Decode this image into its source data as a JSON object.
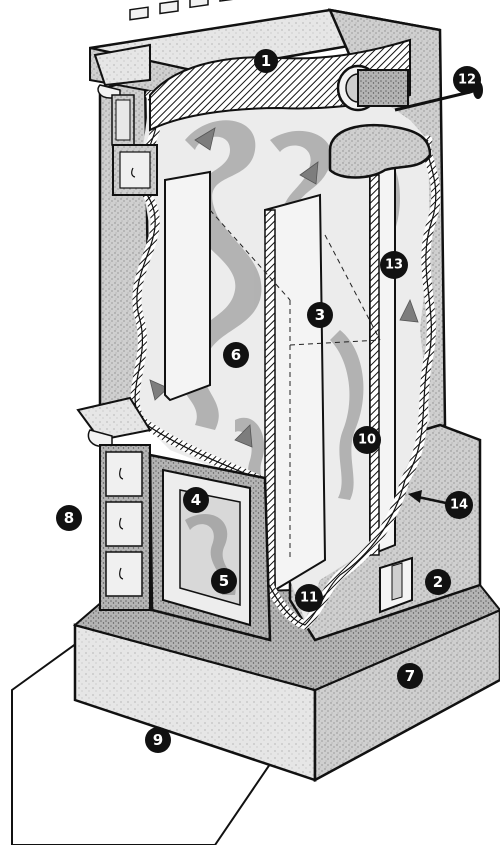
{
  "diagram": {
    "colors": {
      "ink": "#111111",
      "paper": "#ffffff",
      "stone_light": "#dcdcdc",
      "stone_mid": "#bdbdbd",
      "stone_dark": "#9a9a9a",
      "interior": "#e9e9e9",
      "flow": "#a9a9a9",
      "marker_fill": "#111111",
      "marker_text": "#ffffff"
    },
    "markers": [
      {
        "id": "m1",
        "label": "1"
      },
      {
        "id": "m2",
        "label": "2"
      },
      {
        "id": "m3",
        "label": "3"
      },
      {
        "id": "m4",
        "label": "4"
      },
      {
        "id": "m5",
        "label": "5"
      },
      {
        "id": "m6",
        "label": "6"
      },
      {
        "id": "m7",
        "label": "7"
      },
      {
        "id": "m8",
        "label": "8"
      },
      {
        "id": "m9",
        "label": "9"
      },
      {
        "id": "m10",
        "label": "10"
      },
      {
        "id": "m11",
        "label": "11"
      },
      {
        "id": "m12",
        "label": "12"
      },
      {
        "id": "m13",
        "label": "13"
      },
      {
        "id": "m14",
        "label": "14"
      }
    ]
  }
}
